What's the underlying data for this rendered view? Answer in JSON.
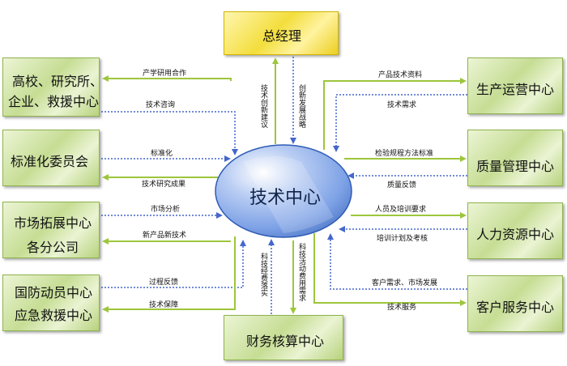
{
  "boxes": {
    "general_manager": "总经理",
    "universities": [
      "高校、研究所、",
      "企业、救援中心"
    ],
    "standardization": "标准化委员会",
    "market": [
      "市场拓展中心",
      "各分公司"
    ],
    "defense": [
      "国防动员中心",
      "应急救援中心"
    ],
    "production": "生产运营中心",
    "quality": "质量管理中心",
    "hr": "人力资源中心",
    "customer": "客户服务中心",
    "finance": "财务核算中心"
  },
  "center": "技术中心",
  "labels": {
    "industry_research": "产学研用合作",
    "tech_consult": "技术咨询",
    "standardization": "标准化",
    "research_results": "技术研究成果",
    "market_analysis": "市场分析",
    "new_product_tech": "新产品新技术",
    "process_feedback": "过程反馈",
    "tech_support": "技术保障",
    "product_tech_data": "产品技术资料",
    "tech_demand": "技术需求",
    "inspection_std": "检验规程方法标准",
    "quality_feedback": "质量反馈",
    "staff_training_req": "人员及培训要求",
    "training_plan": "培训计划及考核",
    "customer_demand": "客户需求、市场发展",
    "tech_service": "技术服务",
    "innovation_suggestion": "技术创新建议",
    "innovation_strategy": "创新发展战略",
    "funding_implement": "科技经费落实",
    "activity_funding": "科技活动费用需求"
  },
  "colors": {
    "green_arrow": "#9dc63c",
    "blue_dotted": "#4466cc",
    "box_border": "#8fb34f",
    "manager_fill": "#f3de3c",
    "ellipse_fill": "#7ea2e6"
  }
}
